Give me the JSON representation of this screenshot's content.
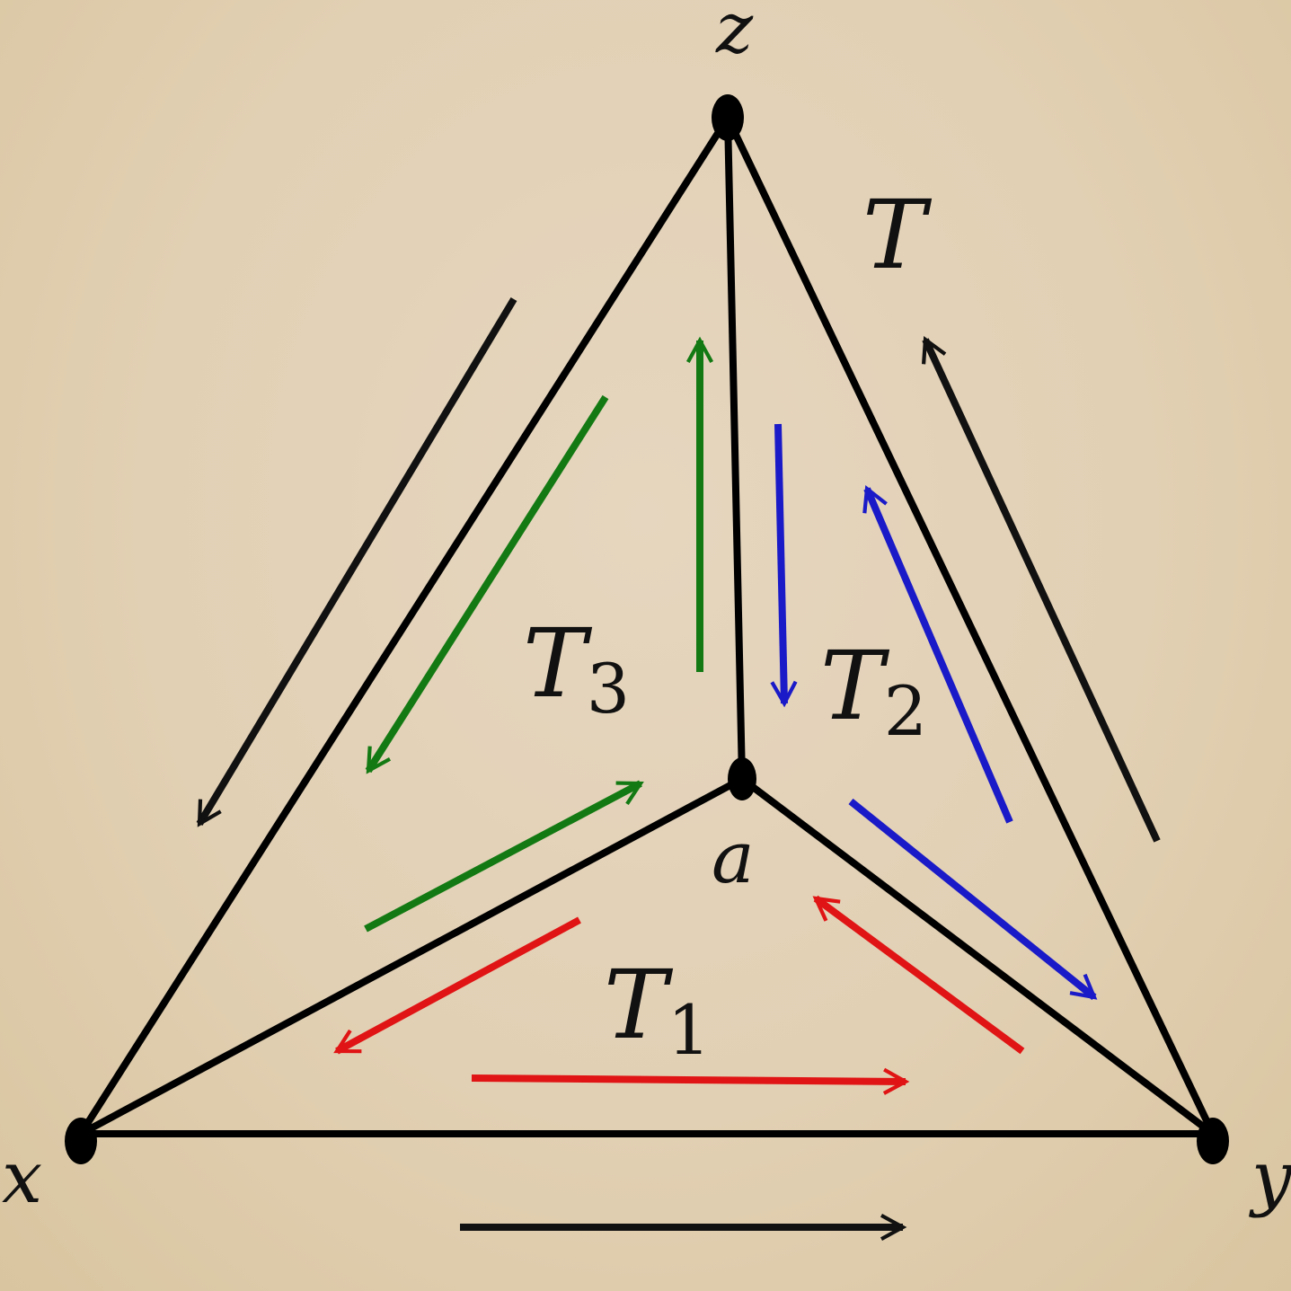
{
  "vertices": {
    "z": "z",
    "x": "x",
    "y": "y",
    "a": "a"
  },
  "regions": {
    "outer": {
      "letter": "T",
      "sub": ""
    },
    "t1": {
      "letter": "T",
      "sub": "1"
    },
    "t2": {
      "letter": "T",
      "sub": "2"
    },
    "t3": {
      "letter": "T",
      "sub": "3"
    }
  },
  "colors": {
    "edge": "#000000",
    "outer_arrows": "#111111",
    "t1_arrows": "#e01414",
    "t2_arrows": "#1a1ac8",
    "t3_arrows": "#137a13"
  }
}
